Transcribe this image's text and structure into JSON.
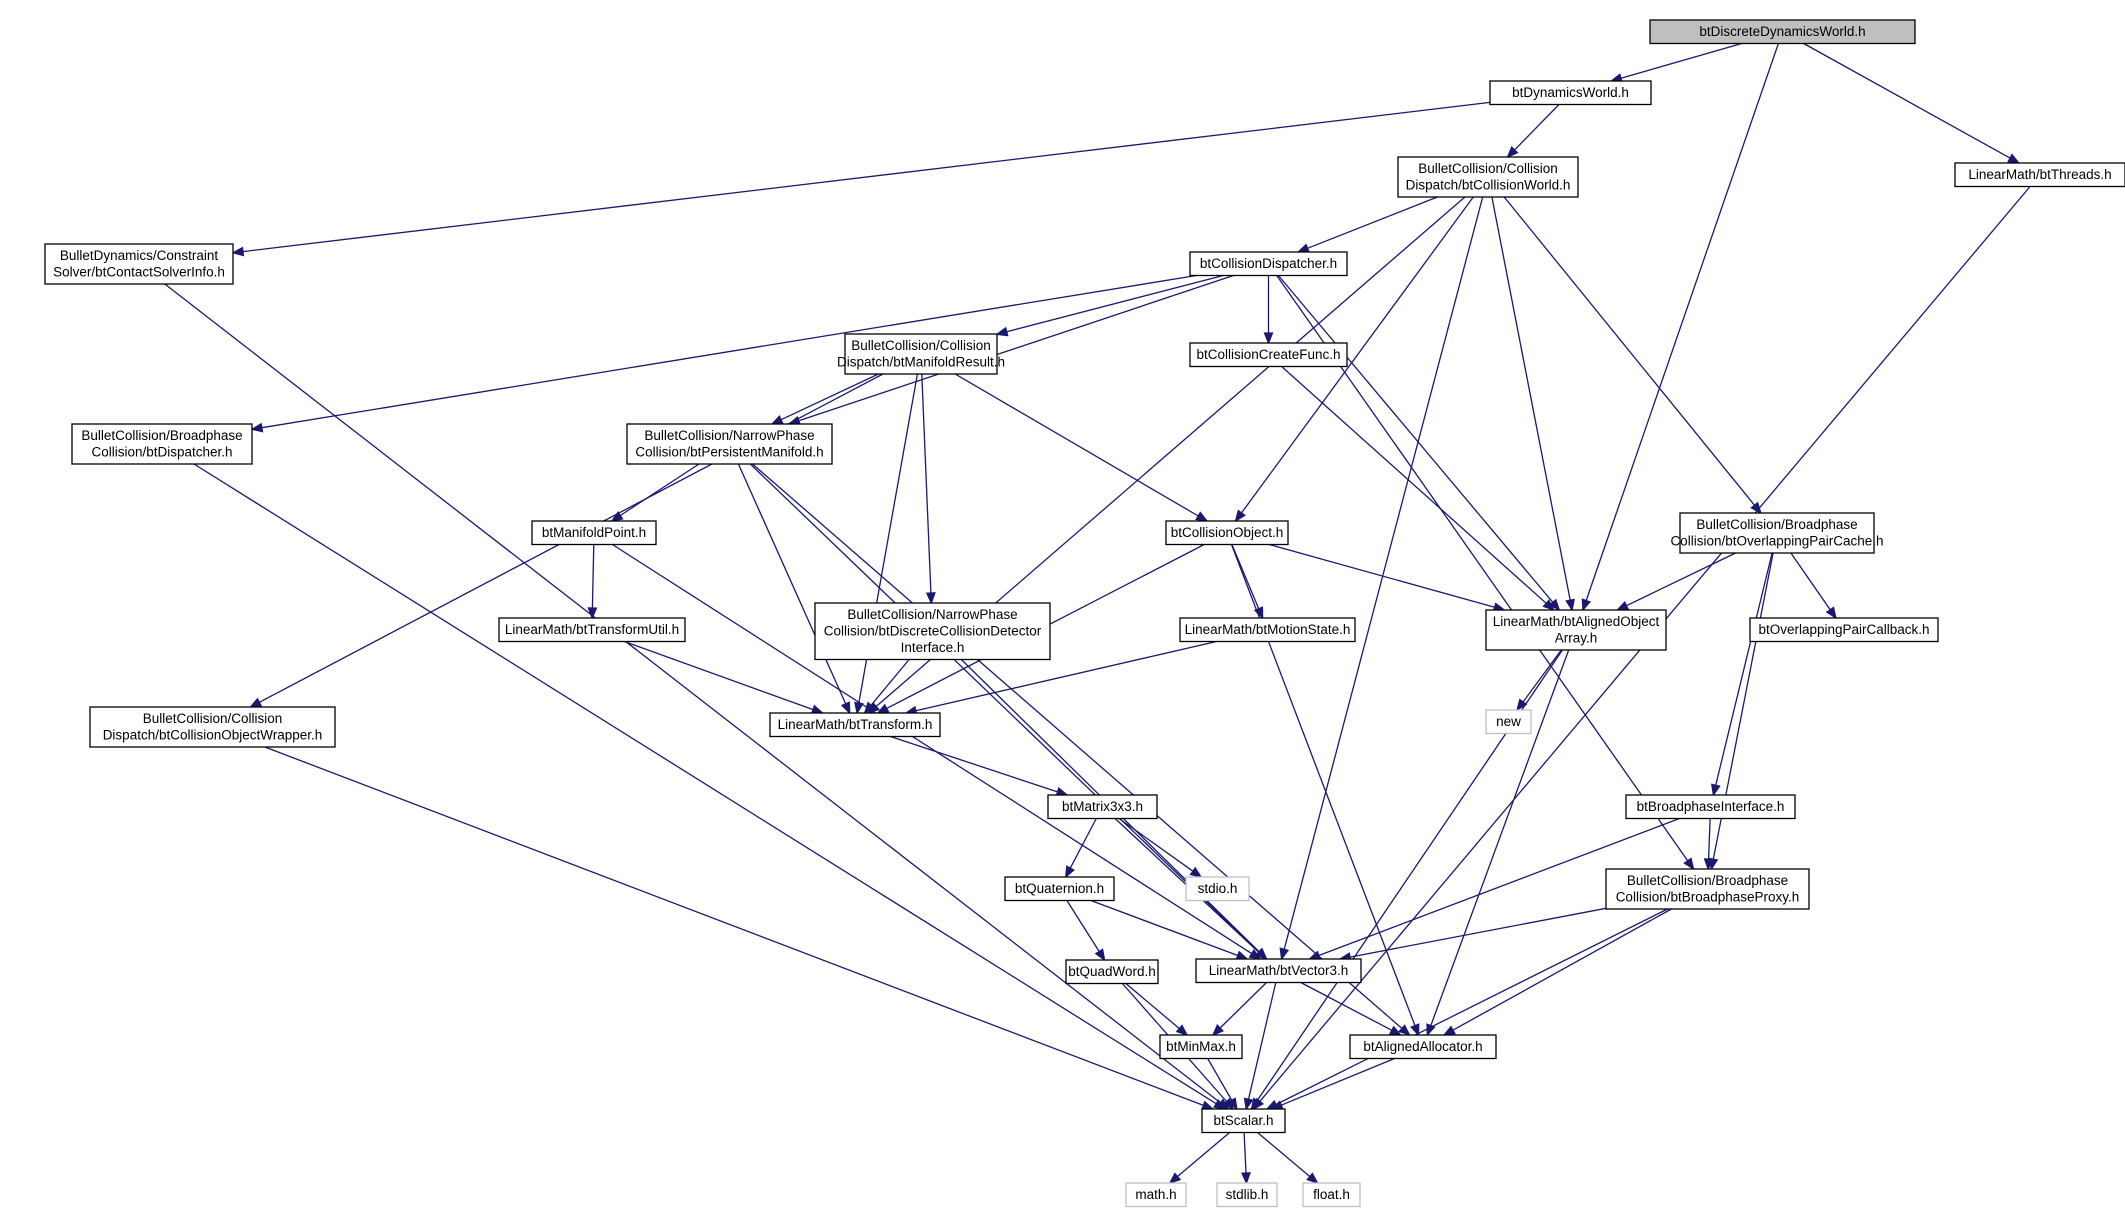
{
  "diagram": {
    "colors": {
      "edge": "#191970",
      "root_fill": "#bfbfbf",
      "node_border": "#000000",
      "external_border": "#bfbfbf"
    },
    "nodes": [
      {
        "id": "root",
        "kind": "root",
        "lines": [
          "btDiscreteDynamicsWorld.h"
        ]
      },
      {
        "id": "dynworld",
        "kind": "file",
        "lines": [
          "btDynamicsWorld.h"
        ]
      },
      {
        "id": "colworld",
        "kind": "file",
        "lines": [
          "BulletCollision/Collision",
          "Dispatch/btCollisionWorld.h"
        ]
      },
      {
        "id": "threads",
        "kind": "file",
        "lines": [
          "LinearMath/btThreads.h"
        ]
      },
      {
        "id": "contactsolver",
        "kind": "file",
        "lines": [
          "BulletDynamics/Constraint",
          "Solver/btContactSolverInfo.h"
        ]
      },
      {
        "id": "coldispatcher",
        "kind": "file",
        "lines": [
          "btCollisionDispatcher.h"
        ]
      },
      {
        "id": "manifoldresult",
        "kind": "file",
        "lines": [
          "BulletCollision/Collision",
          "Dispatch/btManifoldResult.h"
        ]
      },
      {
        "id": "createfunc",
        "kind": "file",
        "lines": [
          "btCollisionCreateFunc.h"
        ]
      },
      {
        "id": "dispatcher",
        "kind": "file",
        "lines": [
          "BulletCollision/Broadphase",
          "Collision/btDispatcher.h"
        ]
      },
      {
        "id": "persmanifold",
        "kind": "file",
        "lines": [
          "BulletCollision/NarrowPhase",
          "Collision/btPersistentManifold.h"
        ]
      },
      {
        "id": "manifoldpoint",
        "kind": "file",
        "lines": [
          "btManifoldPoint.h"
        ]
      },
      {
        "id": "colobject",
        "kind": "file",
        "lines": [
          "btCollisionObject.h"
        ]
      },
      {
        "id": "overlappaircache",
        "kind": "file",
        "lines": [
          "BulletCollision/Broadphase",
          "Collision/btOverlappingPairCache.h"
        ]
      },
      {
        "id": "alignedobjarray",
        "kind": "file",
        "lines": [
          "LinearMath/btAlignedObject",
          "Array.h"
        ]
      },
      {
        "id": "transformutil",
        "kind": "file",
        "lines": [
          "LinearMath/btTransformUtil.h"
        ]
      },
      {
        "id": "discretecoldet",
        "kind": "file",
        "lines": [
          "BulletCollision/NarrowPhase",
          "Collision/btDiscreteCollisionDetector",
          "Interface.h"
        ]
      },
      {
        "id": "motionstate",
        "kind": "file",
        "lines": [
          "LinearMath/btMotionState.h"
        ]
      },
      {
        "id": "overlappaircb",
        "kind": "file",
        "lines": [
          "btOverlappingPairCallback.h"
        ]
      },
      {
        "id": "colobjwrapper",
        "kind": "file",
        "lines": [
          "BulletCollision/Collision",
          "Dispatch/btCollisionObjectWrapper.h"
        ]
      },
      {
        "id": "transform",
        "kind": "file",
        "lines": [
          "LinearMath/btTransform.h"
        ]
      },
      {
        "id": "new",
        "kind": "ext",
        "lines": [
          "new"
        ]
      },
      {
        "id": "matrix3x3",
        "kind": "file",
        "lines": [
          "btMatrix3x3.h"
        ]
      },
      {
        "id": "broadphaseif",
        "kind": "file",
        "lines": [
          "btBroadphaseInterface.h"
        ]
      },
      {
        "id": "stdio",
        "kind": "ext",
        "lines": [
          "stdio.h"
        ]
      },
      {
        "id": "quaternion",
        "kind": "file",
        "lines": [
          "btQuaternion.h"
        ]
      },
      {
        "id": "broadphaseproxy",
        "kind": "file",
        "lines": [
          "BulletCollision/Broadphase",
          "Collision/btBroadphaseProxy.h"
        ]
      },
      {
        "id": "vector3",
        "kind": "file",
        "lines": [
          "LinearMath/btVector3.h"
        ]
      },
      {
        "id": "quadword",
        "kind": "file",
        "lines": [
          "btQuadWord.h"
        ]
      },
      {
        "id": "minmax",
        "kind": "file",
        "lines": [
          "btMinMax.h"
        ]
      },
      {
        "id": "alignedalloc",
        "kind": "file",
        "lines": [
          "btAlignedAllocator.h"
        ]
      },
      {
        "id": "scalar",
        "kind": "file",
        "lines": [
          "btScalar.h"
        ]
      },
      {
        "id": "math",
        "kind": "ext",
        "lines": [
          "math.h"
        ]
      },
      {
        "id": "stdlib",
        "kind": "ext",
        "lines": [
          "stdlib.h"
        ]
      },
      {
        "id": "float",
        "kind": "ext",
        "lines": [
          "float.h"
        ]
      }
    ],
    "edges": [
      [
        "root",
        "dynworld"
      ],
      [
        "root",
        "alignedobjarray"
      ],
      [
        "root",
        "threads"
      ],
      [
        "dynworld",
        "colworld"
      ],
      [
        "dynworld",
        "contactsolver"
      ],
      [
        "colworld",
        "coldispatcher"
      ],
      [
        "colworld",
        "transform"
      ],
      [
        "colworld",
        "colobject"
      ],
      [
        "colworld",
        "alignedobjarray"
      ],
      [
        "colworld",
        "overlappaircache"
      ],
      [
        "colworld",
        "vector3"
      ],
      [
        "threads",
        "scalar"
      ],
      [
        "contactsolver",
        "scalar"
      ],
      [
        "coldispatcher",
        "manifoldresult"
      ],
      [
        "coldispatcher",
        "dispatcher"
      ],
      [
        "coldispatcher",
        "persmanifold"
      ],
      [
        "coldispatcher",
        "createfunc"
      ],
      [
        "coldispatcher",
        "alignedobjarray"
      ],
      [
        "coldispatcher",
        "broadphaseproxy"
      ],
      [
        "manifoldresult",
        "colobjwrapper"
      ],
      [
        "manifoldresult",
        "persmanifold"
      ],
      [
        "manifoldresult",
        "transform"
      ],
      [
        "manifoldresult",
        "discretecoldet"
      ],
      [
        "manifoldresult",
        "colobject"
      ],
      [
        "createfunc",
        "alignedobjarray"
      ],
      [
        "dispatcher",
        "scalar"
      ],
      [
        "persmanifold",
        "manifoldpoint"
      ],
      [
        "persmanifold",
        "transform"
      ],
      [
        "persmanifold",
        "vector3"
      ],
      [
        "persmanifold",
        "alignedalloc"
      ],
      [
        "manifoldpoint",
        "transformutil"
      ],
      [
        "manifoldpoint",
        "vector3"
      ],
      [
        "colobject",
        "transform"
      ],
      [
        "colobject",
        "motionstate"
      ],
      [
        "colobject",
        "alignedobjarray"
      ],
      [
        "colobject",
        "alignedalloc"
      ],
      [
        "overlappaircache",
        "alignedobjarray"
      ],
      [
        "overlappaircache",
        "overlappaircb"
      ],
      [
        "overlappaircache",
        "broadphaseif"
      ],
      [
        "overlappaircache",
        "broadphaseproxy"
      ],
      [
        "alignedobjarray",
        "new"
      ],
      [
        "alignedobjarray",
        "alignedalloc"
      ],
      [
        "alignedobjarray",
        "scalar"
      ],
      [
        "transformutil",
        "transform"
      ],
      [
        "discretecoldet",
        "transform"
      ],
      [
        "discretecoldet",
        "vector3"
      ],
      [
        "motionstate",
        "transform"
      ],
      [
        "colobjwrapper",
        "scalar"
      ],
      [
        "transform",
        "matrix3x3"
      ],
      [
        "matrix3x3",
        "quaternion"
      ],
      [
        "matrix3x3",
        "stdio"
      ],
      [
        "matrix3x3",
        "vector3"
      ],
      [
        "broadphaseif",
        "broadphaseproxy"
      ],
      [
        "broadphaseif",
        "vector3"
      ],
      [
        "quaternion",
        "quadword"
      ],
      [
        "quaternion",
        "vector3"
      ],
      [
        "broadphaseproxy",
        "vector3"
      ],
      [
        "broadphaseproxy",
        "alignedalloc"
      ],
      [
        "broadphaseproxy",
        "scalar"
      ],
      [
        "vector3",
        "minmax"
      ],
      [
        "vector3",
        "alignedalloc"
      ],
      [
        "vector3",
        "scalar"
      ],
      [
        "quadword",
        "minmax"
      ],
      [
        "quadword",
        "scalar"
      ],
      [
        "minmax",
        "scalar"
      ],
      [
        "alignedalloc",
        "scalar"
      ],
      [
        "scalar",
        "math"
      ],
      [
        "scalar",
        "stdlib"
      ],
      [
        "scalar",
        "float"
      ]
    ]
  }
}
